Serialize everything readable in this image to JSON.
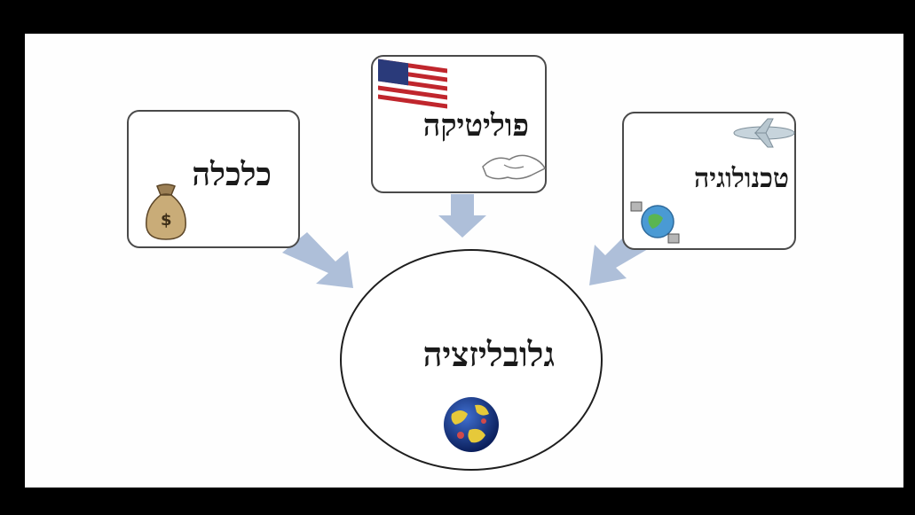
{
  "nodes": {
    "economy": {
      "label": "כלכלה",
      "icon": "money-bag-icon"
    },
    "politics": {
      "label": "פוליטיקה",
      "icon": "us-flag-icon"
    },
    "technology": {
      "label": "טכנולוגיה",
      "icon": "airplane-globe-icon"
    },
    "globalization": {
      "label": "גלובליזציה",
      "icon": "globe-icon"
    }
  },
  "colors": {
    "arrow": "#aebfd9",
    "frame": "#000000",
    "background": "#fefefe"
  }
}
